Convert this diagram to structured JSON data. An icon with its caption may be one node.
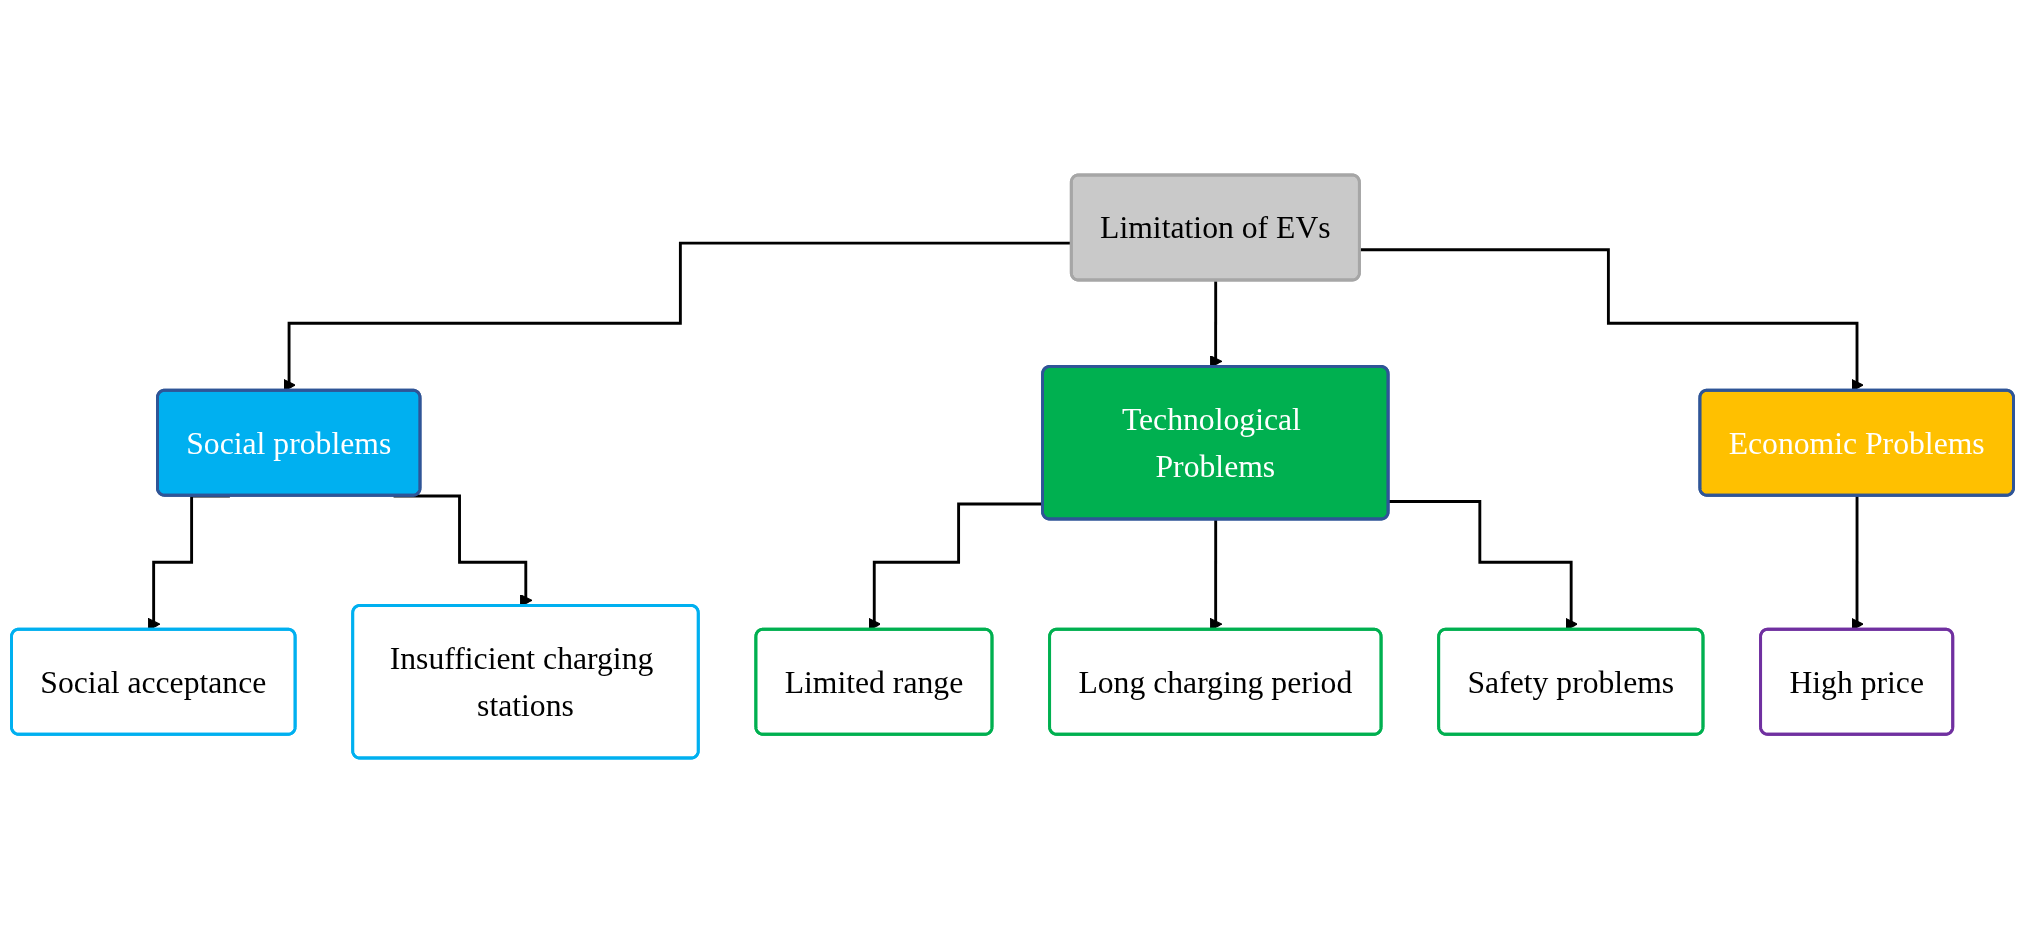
{
  "diagram": {
    "nodes": [
      {
        "text": [
          "Limitation of EVs"
        ]
      },
      {
        "text": [
          "Social problems"
        ]
      },
      {
        "text": [
          "Technological Problems"
        ]
      },
      {
        "text": [
          "Economic Problems"
        ]
      },
      {
        "text": [
          "Social acceptance"
        ]
      },
      {
        "text": [
          "Insufficient charging stations"
        ]
      },
      {
        "text": [
          "Limited range"
        ]
      },
      {
        "text": [
          "Long charging period"
        ]
      },
      {
        "text": [
          "Safety problems"
        ]
      },
      {
        "text": [
          "High price"
        ]
      }
    ],
    "edges": [
      {
        "from": 0,
        "to": 1,
        "arrow": "to"
      },
      {
        "from": 0,
        "to": 2,
        "arrow": "to"
      },
      {
        "from": 0,
        "to": 3,
        "arrow": "to"
      },
      {
        "from": 1,
        "to": 4,
        "arrow": "to"
      },
      {
        "from": 1,
        "to": 5,
        "arrow": "to"
      },
      {
        "from": 2,
        "to": 6,
        "arrow": "to"
      },
      {
        "from": 2,
        "to": 7,
        "arrow": "to"
      },
      {
        "from": 2,
        "to": 8,
        "arrow": "to"
      },
      {
        "from": 3,
        "to": 9,
        "arrow": "to"
      }
    ]
  }
}
